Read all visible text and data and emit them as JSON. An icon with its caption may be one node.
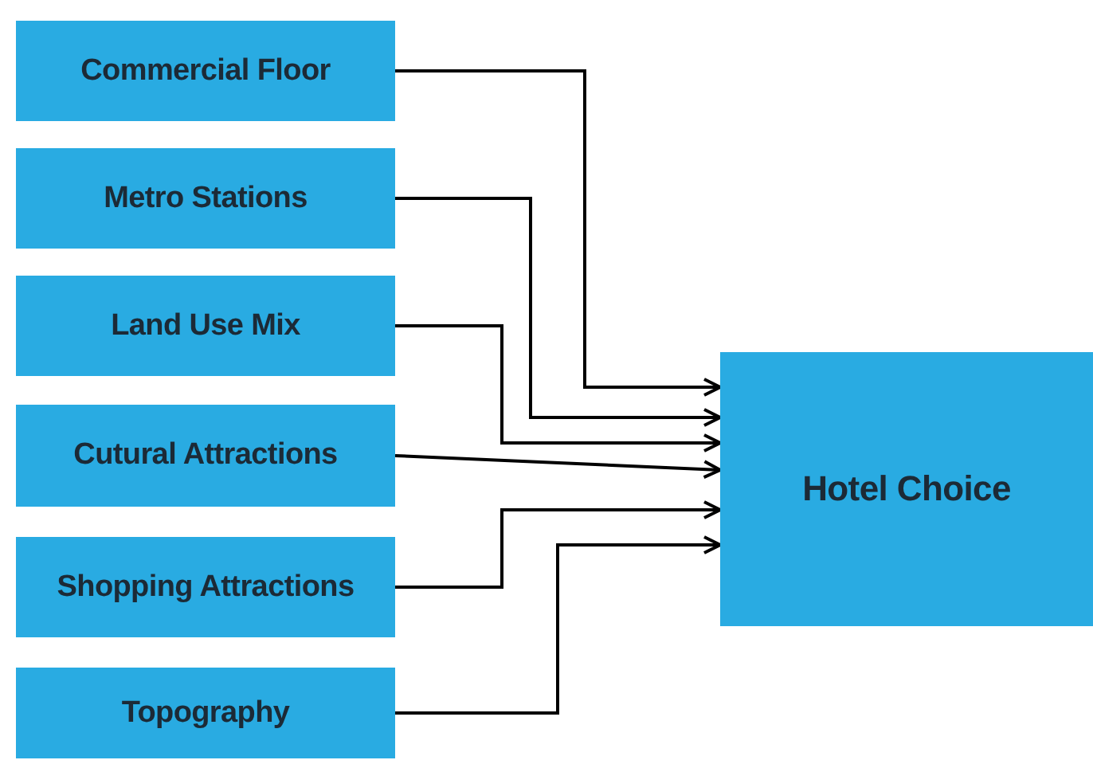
{
  "diagram": {
    "nodes": [
      {
        "text": [
          "Commercial Floor"
        ]
      },
      {
        "text": [
          "Metro Stations"
        ]
      },
      {
        "text": [
          "Land Use Mix"
        ]
      },
      {
        "text": [
          "Cutural Attractions"
        ]
      },
      {
        "text": [
          "Shopping Attractions"
        ]
      },
      {
        "text": [
          "Topography"
        ]
      },
      {
        "text": [
          "Hotel Choice"
        ]
      }
    ],
    "edges": [
      {
        "from": 0,
        "to": 6,
        "arrow": "to"
      },
      {
        "from": 1,
        "to": 6,
        "arrow": "to"
      },
      {
        "from": 2,
        "to": 6,
        "arrow": "to"
      },
      {
        "from": 3,
        "to": 6,
        "arrow": "to"
      },
      {
        "from": 4,
        "to": 6,
        "arrow": "to"
      },
      {
        "from": 5,
        "to": 6,
        "arrow": "to"
      }
    ]
  }
}
